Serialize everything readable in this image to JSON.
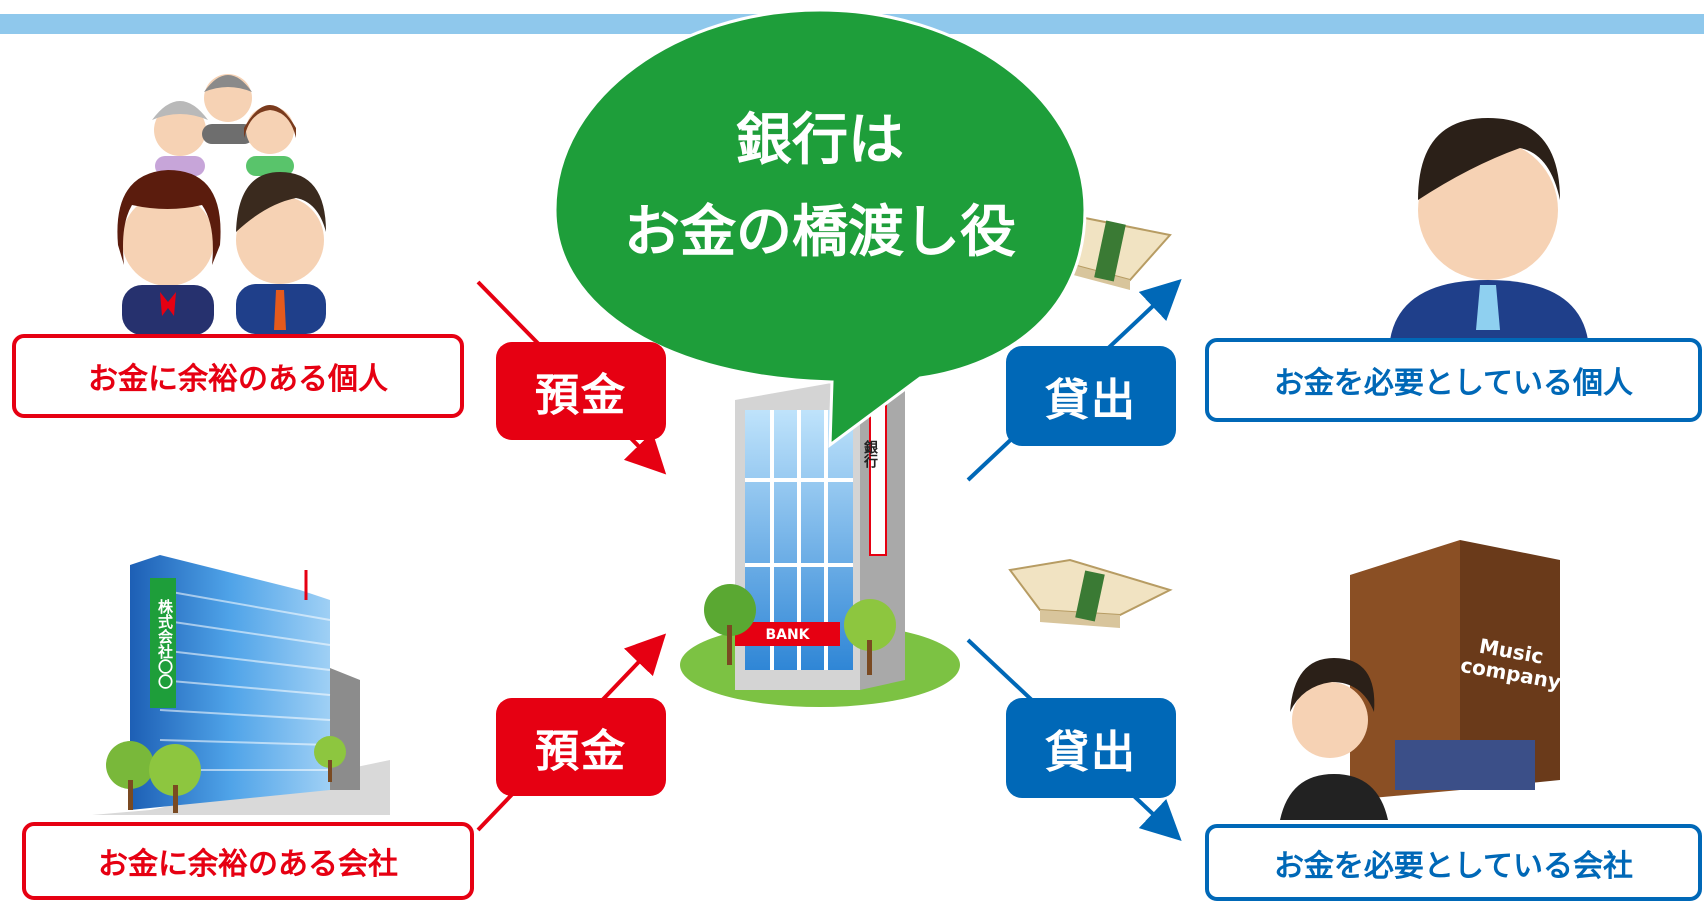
{
  "title": {
    "line1": "銀行は",
    "line2": "お金の橋渡し役"
  },
  "left": {
    "individual_label": "お金に余裕のある個人",
    "company_label": "お金に余裕のある会社",
    "deposit_label": "預金",
    "company_sign": "株式会社〇〇"
  },
  "right": {
    "individual_label": "お金を必要としている個人",
    "company_label": "お金を必要としている会社",
    "loan_label": "貸出",
    "company_sign": "Music company"
  },
  "bank": {
    "sign": "BANK",
    "vertical_sign": "銀行"
  },
  "colors": {
    "deposit": "#e60012",
    "loan": "#0068b7",
    "bubble": "#1e9e3a",
    "topbar": "#8fc8ec"
  }
}
